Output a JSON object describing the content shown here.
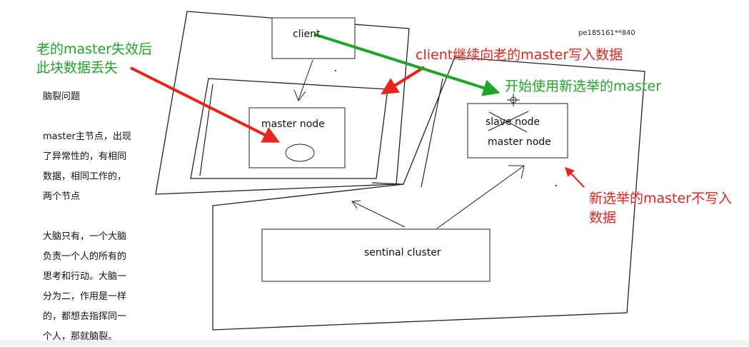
{
  "diagram": {
    "client_label": "client",
    "master_node_label": "master node",
    "slave_node_label": "slave node",
    "new_master_node_label": "master node",
    "sentinel_cluster_label": "sentinal cluster",
    "watermark": "pe185161**840"
  },
  "annotations": {
    "old_master_data_lost": [
      "老的master失效后",
      "此块数据丢失"
    ],
    "client_writes_old_master": "client继续向老的master写入数据",
    "start_use_new_master": "开始使用新选举的master",
    "new_master_no_write": [
      "新选举的master不写入",
      "数据"
    ]
  },
  "notes": {
    "title": "脑裂问题",
    "paragraph1": [
      "master主节点，出现",
      "了异常性的，有相同",
      "数据，相同工作的，",
      "两个节点"
    ],
    "paragraph2": [
      "大脑只有，一个大脑",
      "负责一个人的所有的",
      "思考和行动。大脑一",
      "分为二，作用是一样",
      "的，都想去指挥同一",
      "个人，那就脑裂。"
    ]
  },
  "colors": {
    "red_arrow": "#e8241c",
    "green_arrow": "#1fa52a",
    "line": "#222222"
  }
}
